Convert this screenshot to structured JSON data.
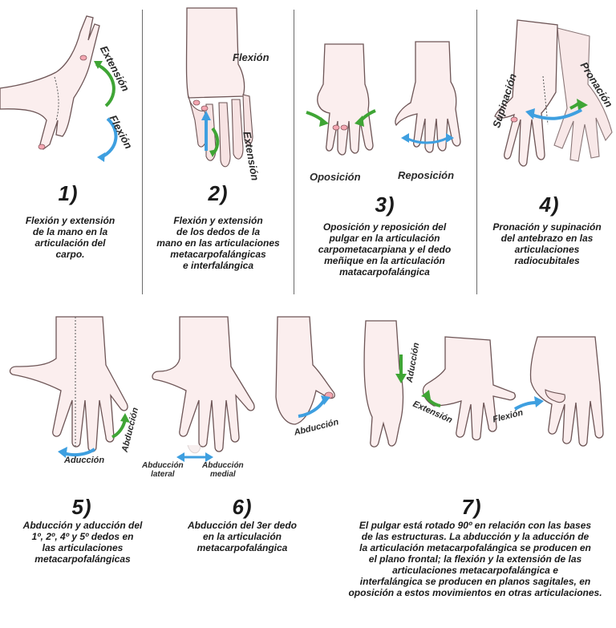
{
  "colors": {
    "green_arrow": "#3fa535",
    "blue_arrow": "#3e9fe0",
    "skin": "#fbeeee",
    "divider": "#6b6b6b"
  },
  "panels": [
    {
      "number": "1)",
      "labels": {
        "extension": "Extensión",
        "flexion": "Flexión"
      },
      "description": [
        "Flexión y extensión",
        "de la mano en la",
        "articulación del",
        "carpo."
      ]
    },
    {
      "number": "2)",
      "labels": {
        "flexion": "Flexión",
        "extension": "Extensión"
      },
      "description": [
        "Flexión y extensión",
        "de los dedos de la",
        "mano en las articulaciones",
        "metacarpofalángicas",
        "e interfalángica"
      ]
    },
    {
      "number": "3)",
      "labels": {
        "opposition": "Oposición",
        "reposition": "Reposición"
      },
      "description": [
        "Oposición y reposición del",
        "pulgar en la articulación",
        "carpometacarpiana y el dedo",
        "meñique en la articulación",
        "matacarpofalángica"
      ]
    },
    {
      "number": "4)",
      "labels": {
        "supination": "Supinación",
        "pronation": "Pronación"
      },
      "description": [
        "Pronación y supinación",
        "del antebrazo en las",
        "articulaciones",
        "radiocubitales"
      ]
    },
    {
      "number": "5)",
      "labels": {
        "abduction": "Abducción",
        "adduction": "Aducción"
      },
      "description": [
        "Abducción y aducción del",
        "1º, 2º, 4º y 5º dedos en",
        "las articulaciones",
        "metacarpofalángicas"
      ]
    },
    {
      "number": "6)",
      "labels": {
        "abduction_lateral": [
          "Abducción",
          "lateral"
        ],
        "abduction_medial": [
          "Abducción",
          "medial"
        ],
        "abduction_thumb": "Abducción"
      },
      "description": [
        "Abducción del 3er dedo",
        "en la articulación",
        "metacarpofalángica"
      ]
    },
    {
      "number": "7)",
      "labels": {
        "adduction": "Aducción",
        "extension": "Extensión",
        "flexion": "Flexión"
      },
      "description": [
        "El pulgar está rotado 90º en relación con las bases",
        "de las estructuras. La abducción y la aducción de",
        "la articulación metacarpofalángica se producen en",
        "el plano frontal; la flexión y la extensión de las",
        "articulaciones metacarpofalángica e",
        "interfalángica se producen en planos sagitales, en",
        "oposición a estos movimientos en otras articulaciones."
      ]
    }
  ]
}
